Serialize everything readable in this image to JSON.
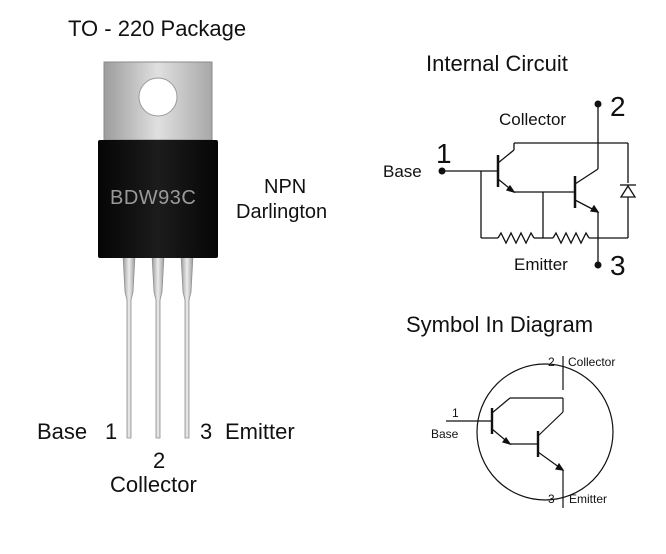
{
  "package": {
    "title": "TO - 220 Package",
    "part_number": "BDW93C",
    "type_line1": "NPN",
    "type_line2": "Darlington",
    "pins": {
      "base_label": "Base",
      "base_num": "1",
      "collector_num": "2",
      "collector_label": "Collector",
      "emitter_num": "3",
      "emitter_label": "Emitter"
    }
  },
  "internal_circuit": {
    "title": "Internal Circuit",
    "collector_label": "Collector",
    "collector_num": "2",
    "base_label": "Base",
    "base_num": "1",
    "emitter_label": "Emitter",
    "emitter_num": "3"
  },
  "symbol": {
    "title": "Symbol In Diagram",
    "collector_num": "2",
    "collector_label": "Collector",
    "base_num": "1",
    "base_label": "Base",
    "emitter_num": "3",
    "emitter_label": "Emitter"
  },
  "colors": {
    "body": "#0c0c0c",
    "part_text": "#9a9a9a",
    "metal": "#c8c8c8",
    "lead": "#d0d0d0",
    "line": "#111111"
  }
}
